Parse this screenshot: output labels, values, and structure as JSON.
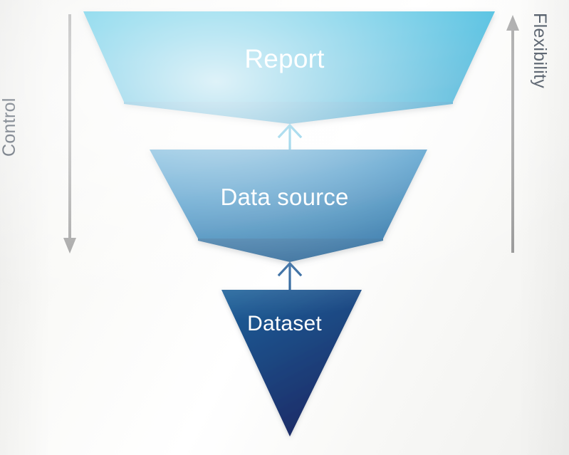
{
  "diagram": {
    "title": "Funnel: Report / Data source / Dataset",
    "background_color": "#f7f7f5",
    "stages": [
      {
        "id": "report",
        "label": "Report",
        "level": 1,
        "fill_top": "#2bb4da",
        "fill_bottom": "#22a6d2",
        "notch_fill": "#1f94c4",
        "text_color": "#ffffff"
      },
      {
        "id": "data-source",
        "label": "Data source",
        "level": 2,
        "fill_top": "#2a87c0",
        "fill_bottom": "#1f6fa8",
        "notch_fill": "#1b5f99",
        "text_color": "#ffffff"
      },
      {
        "id": "dataset",
        "label": "Dataset",
        "level": 3,
        "fill_top": "#1d5a93",
        "fill_bottom": "#1e2d6b",
        "notch_fill": "#1b2a63",
        "text_color": "#ffffff"
      }
    ],
    "connectors": [
      {
        "id": "dataset-to-data-source",
        "from": "dataset",
        "to": "data-source",
        "direction": "up",
        "color": "#1f5a96"
      },
      {
        "id": "data-source-to-report",
        "from": "data-source",
        "to": "report",
        "direction": "up",
        "color": "#2aa7d4"
      }
    ],
    "axes": [
      {
        "id": "control",
        "label": "Control",
        "side": "left",
        "direction": "down",
        "color": "#9b9b9b",
        "text_color": "#3b4654"
      },
      {
        "id": "flexibility",
        "label": "Flexibility",
        "side": "right",
        "direction": "up",
        "color": "#9b9b9b",
        "text_color": "#3b4654"
      }
    ]
  }
}
